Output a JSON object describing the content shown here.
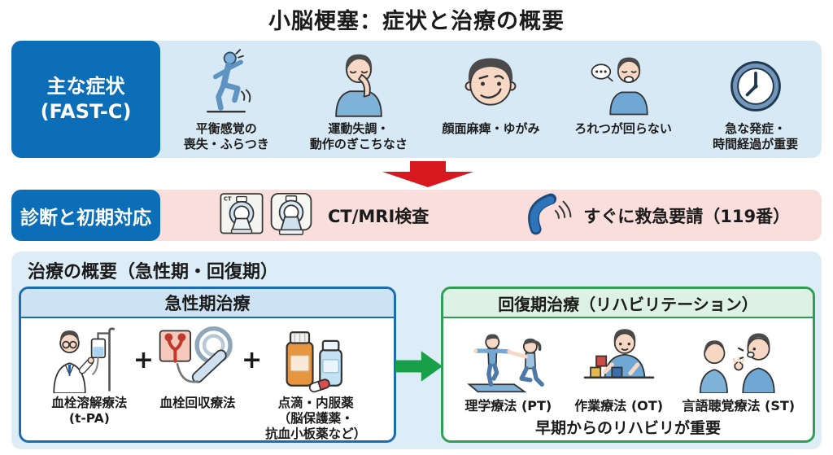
{
  "title": "小脳梗塞：症状と治療の概要",
  "colors": {
    "primary_blue": "#0d6eb8",
    "light_blue_band": "#d8e9f6",
    "pink_band": "#fadedb",
    "panel_blue_bg": "#ddedf8",
    "acute_border_blue": "#1b6cb0",
    "acute_header_bg": "#cde3f4",
    "recovery_border_green": "#2f9e54",
    "recovery_header_bg": "#def1e5",
    "red_arrow": "#d7191f",
    "green_arrow": "#18a048"
  },
  "symptoms": {
    "label": "主な症状\n(FAST-C)",
    "items": [
      {
        "icon": "stumbling-person-icon",
        "label": "平衡感覚の\n喪失・ふらつき"
      },
      {
        "icon": "finger-to-nose-person-icon",
        "label": "運動失調・\n動作のぎこちなさ"
      },
      {
        "icon": "facial-droop-face-icon",
        "label": "顔面麻痺・ゆがみ"
      },
      {
        "icon": "slurred-speech-person-icon",
        "label": "ろれつが回らない"
      },
      {
        "icon": "clock-icon",
        "label": "急な発症・\n時間経過が重要"
      }
    ]
  },
  "diagnosis": {
    "label": "診断と初期対応",
    "ct_badge": "CT",
    "imaging_label": "CT/MRI検査",
    "call_label": "すぐに救急要請（119番）"
  },
  "treatment": {
    "section_title": "治療の概要（急性期・回復期）",
    "plus_sign": "+",
    "acute": {
      "title": "急性期治療",
      "items": [
        {
          "icon": "iv-drip-doctor-icon",
          "label": "血栓溶解療法\n(t-PA)"
        },
        {
          "icon": "thrombectomy-device-icon",
          "label": "血栓回収療法"
        },
        {
          "icon": "medication-bottles-icon",
          "label": "点滴・内服薬\n（脳保護薬・\n抗血小板薬など）"
        }
      ]
    },
    "recovery": {
      "title": "回復期治療（リハビリテーション）",
      "items": [
        {
          "icon": "physical-therapy-icon",
          "label": "理学療法 (PT)"
        },
        {
          "icon": "occupational-therapy-icon",
          "label": "作業療法 (OT)"
        },
        {
          "icon": "speech-therapy-icon",
          "label": "言語聴覚療法 (ST)"
        }
      ],
      "note": "早期からのリハビリが重要"
    }
  }
}
